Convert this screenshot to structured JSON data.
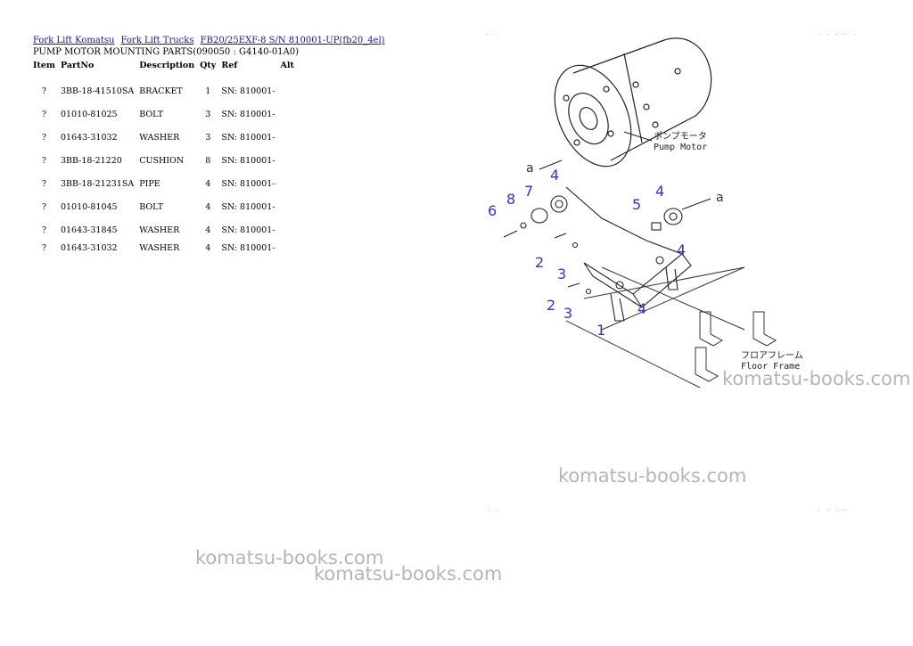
{
  "breadcrumb": {
    "links": [
      "Fork Lift Komatsu",
      "Fork Lift Trucks",
      "FB20/25EXF-8 S/N 810001-UP(fb20_4el)"
    ]
  },
  "subtitle": "PUMP MOTOR MOUNTING PARTS(090050 : G4140-01A0)",
  "table": {
    "headers": [
      "Item",
      "PartNo",
      "Description",
      "Qty",
      "Ref",
      "Alt"
    ],
    "rows": [
      {
        "item": "?",
        "part_no": "3BB-18-41510SA",
        "description": "BRACKET",
        "qty": "1",
        "ref": "SN: 810001-",
        "alt": ""
      },
      {
        "item": "?",
        "part_no": "01010-81025",
        "description": "BOLT",
        "qty": "3",
        "ref": "SN: 810001-",
        "alt": ""
      },
      {
        "item": "?",
        "part_no": "01643-31032",
        "description": "WASHER",
        "qty": "3",
        "ref": "SN: 810001-",
        "alt": ""
      },
      {
        "item": "?",
        "part_no": "3BB-18-21220",
        "description": "CUSHION",
        "qty": "8",
        "ref": "SN: 810001-",
        "alt": ""
      },
      {
        "item": "?",
        "part_no": "3BB-18-21231SA",
        "description": "PIPE",
        "qty": "4",
        "ref": "SN: 810001-",
        "alt": ""
      },
      {
        "item": "?",
        "part_no": "01010-81045",
        "description": "BOLT",
        "qty": "4",
        "ref": "SN: 810001-",
        "alt": ""
      },
      {
        "item": "?",
        "part_no": "01643-31845",
        "description": "WASHER",
        "qty": "4",
        "ref": "SN: 810001-",
        "alt": ""
      },
      {
        "item": "?",
        "part_no": "01643-31032",
        "description": "WASHER",
        "qty": "4",
        "ref": "SN: 810001-",
        "alt": ""
      }
    ]
  },
  "drawing": {
    "pump_motor_jp": "ポンプモータ",
    "pump_motor_en": "Pump Motor",
    "floor_frame_jp": "フロアフレーム",
    "floor_frame_en": "Floor Frame",
    "arrow_label": "a",
    "callouts": [
      "6",
      "8",
      "7",
      "4",
      "5",
      "4",
      "2",
      "3",
      "4",
      "2",
      "3",
      "4",
      "1"
    ],
    "corner_marks": [
      "· ·",
      "· · · · ·",
      "· ·",
      "· · · ·"
    ]
  },
  "watermarks": [
    "komatsu-books.com",
    "komatsu-books.com",
    "komatsu-books.com",
    "komatsu-books.com"
  ],
  "colors": {
    "link": "#1a0dab",
    "callout": "#2a37c8",
    "watermark": "#b5b5b5"
  }
}
